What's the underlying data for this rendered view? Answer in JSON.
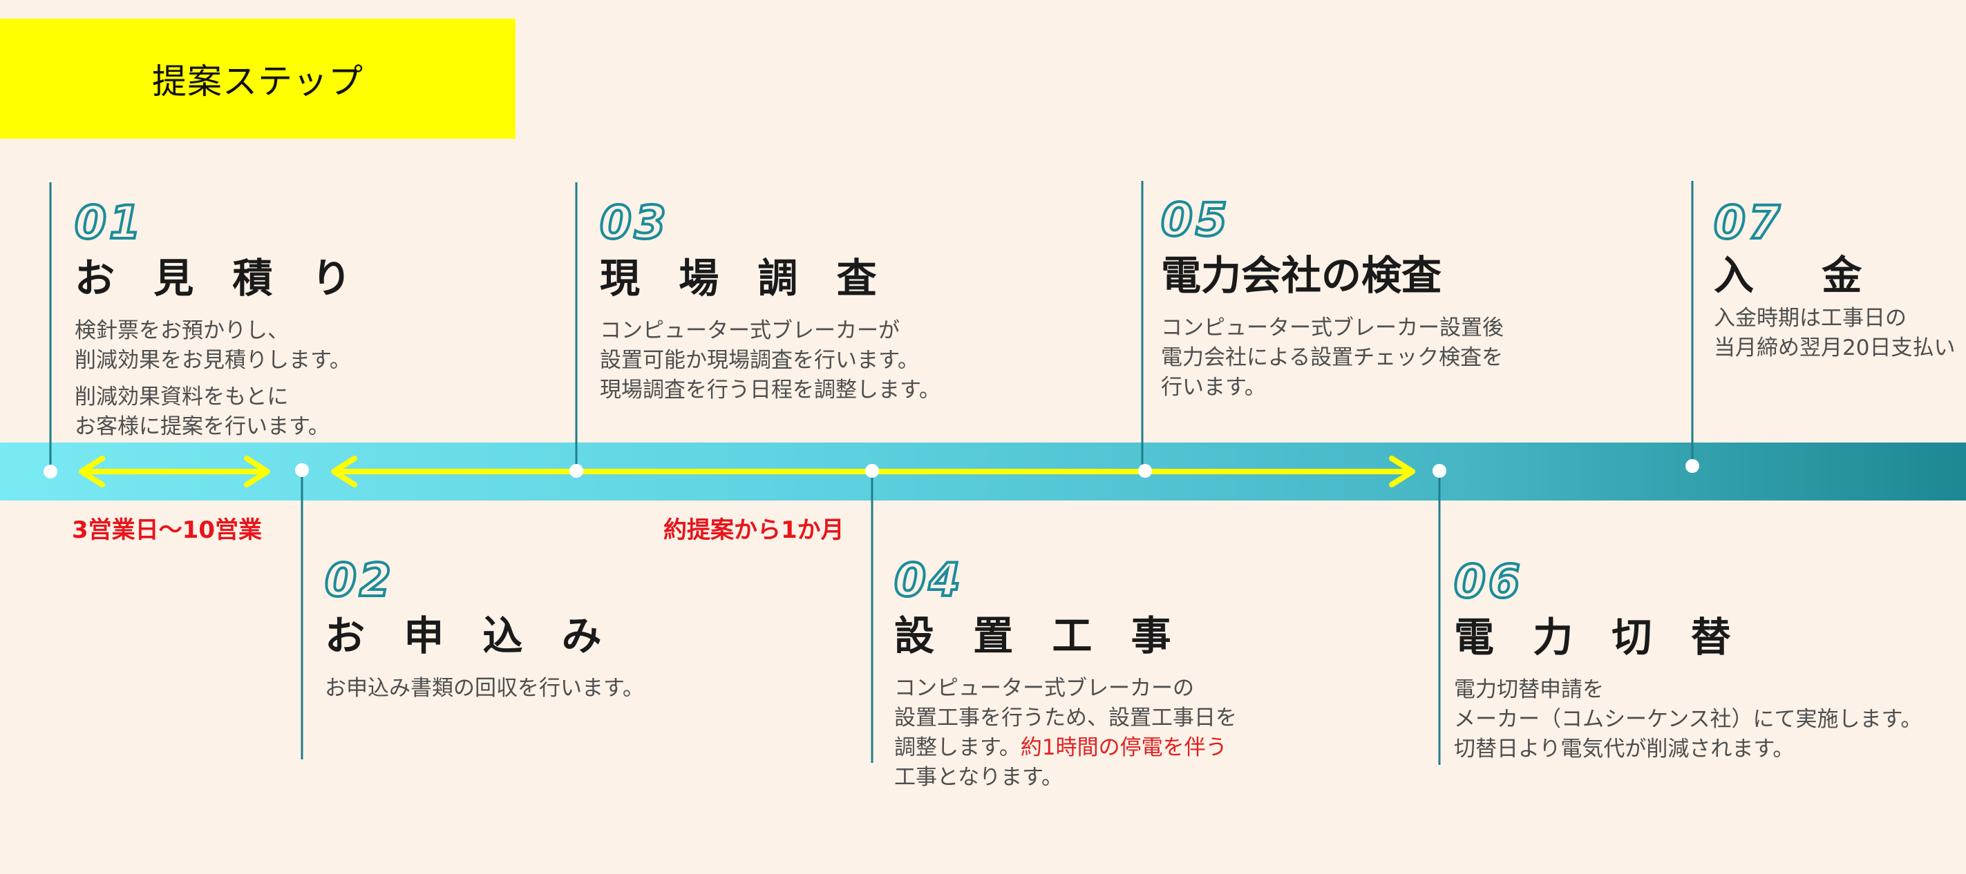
{
  "title": "提案ステップ",
  "colors": {
    "background": "#fcf2e8",
    "title_box": "#ffff00",
    "band_start": "#79e9f3",
    "band_end": "#1d8893",
    "arrow": "#ffff00",
    "vline": "#1f7e8c",
    "number": "#1c8c9a",
    "highlight": "#e02020"
  },
  "steps": [
    {
      "num": "01",
      "head": "お 見 積 り",
      "lines": [
        "検針票をお預かりし、",
        "削減効果をお見積りします。",
        "削減効果資料をもとに",
        "お客様に提案を行います。"
      ]
    },
    {
      "num": "02",
      "head": "お 申 込 み",
      "lines": [
        "お申込み書類の回収を行います。"
      ]
    },
    {
      "num": "03",
      "head": "現 場 調 査",
      "lines": [
        "コンピューター式ブレーカーが",
        "設置可能か現場調査を行います。",
        "現場調査を行う日程を調整します。"
      ]
    },
    {
      "num": "04",
      "head": "設 置 工 事",
      "lines": [
        "コンピューター式ブレーカーの",
        "設置工事を行うため、設置工事日を",
        "調整します。",
        "工事となります。"
      ],
      "highlight": "約1時間の停電を伴う"
    },
    {
      "num": "05",
      "head": "電力会社の検査",
      "lines": [
        "コンピューター式ブレーカー設置後",
        "電力会社による設置チェック検査を",
        "行います。"
      ]
    },
    {
      "num": "06",
      "head": "電 力 切 替",
      "lines": [
        "電力切替申請を",
        "メーカー（コムシーケンス社）にて実施します。",
        "切替日より電気代が削減されます。"
      ]
    },
    {
      "num": "07",
      "head": "入 金",
      "lines": [
        "入金時期は工事日の",
        "当月締め翌月20日支払い"
      ]
    }
  ],
  "durations": [
    "3営業日～10営業",
    "約提案から1か月"
  ]
}
